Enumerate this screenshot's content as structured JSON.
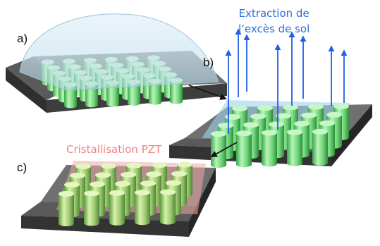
{
  "labels": {
    "panel_a": "a)",
    "panel_b": "b)",
    "panel_c": "c)",
    "extraction_line1": "Extraction de",
    "extraction_line2": "l’excès de sol",
    "crystallisation": "Cristallisation PZT"
  },
  "colors": {
    "extraction_text": "#2b6fe0",
    "crystallisation_text": "#f08080",
    "arrow_blue": "#1f5fe6",
    "pillar_green_light": "#a8f0a8",
    "pillar_green_dark": "#2f9a3c",
    "substrate_top": "#6e6e6e",
    "substrate_front": "#3d3d3d",
    "sol_dome": "#cfe6f2",
    "sol_film_b": "#9fd4ec",
    "pzt_film_c": "#f2a7a7"
  },
  "icons": {
    "process_arrow": "arrow-right-down-icon",
    "extraction_arrow": "arrow-up-icon"
  }
}
